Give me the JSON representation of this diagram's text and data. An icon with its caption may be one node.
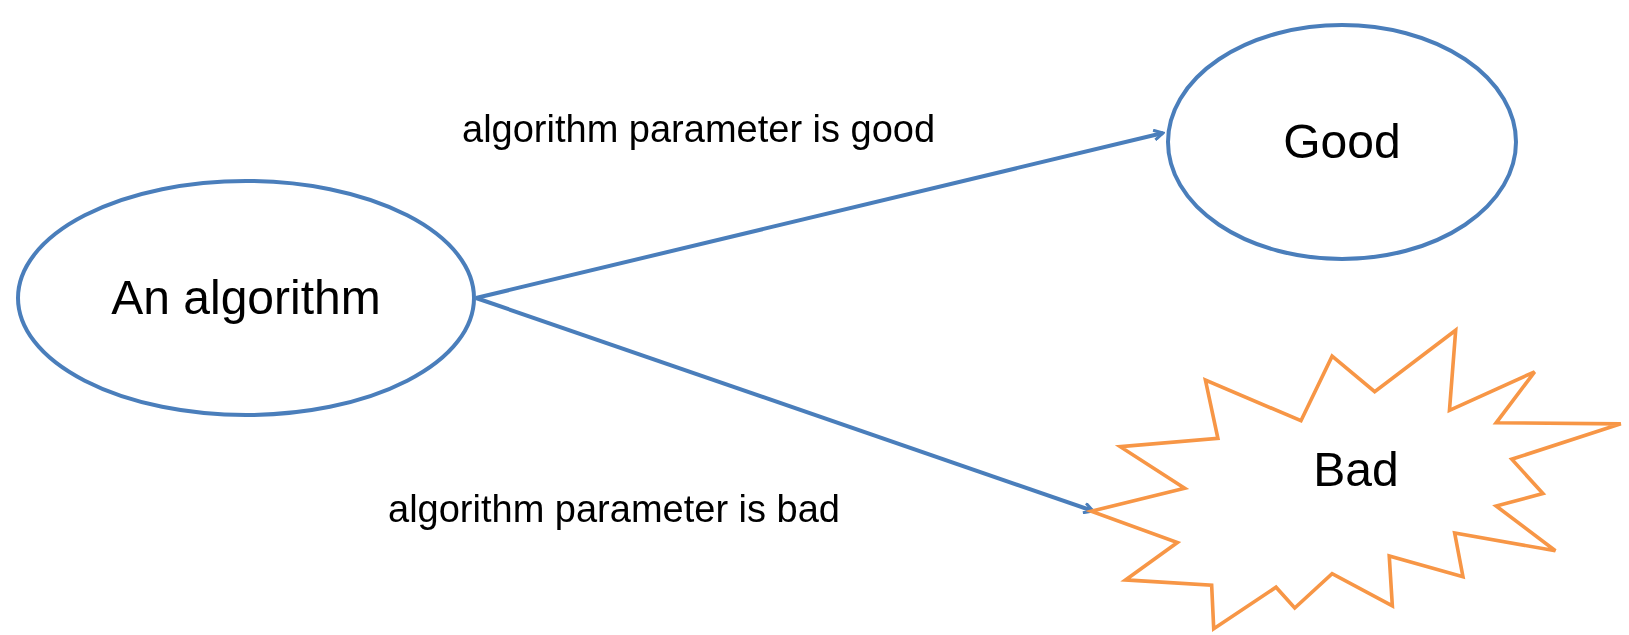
{
  "diagram": {
    "nodes": [
      {
        "text": [
          "An algorithm"
        ]
      },
      {
        "text": [
          "Good"
        ]
      },
      {
        "text": [
          "Bad"
        ]
      }
    ],
    "edges": [
      {
        "from": 0,
        "to": 1,
        "arrow": "to",
        "label": "algorithm parameter is good"
      },
      {
        "from": 0,
        "to": 2,
        "arrow": "to",
        "label": "algorithm parameter is bad"
      }
    ]
  }
}
